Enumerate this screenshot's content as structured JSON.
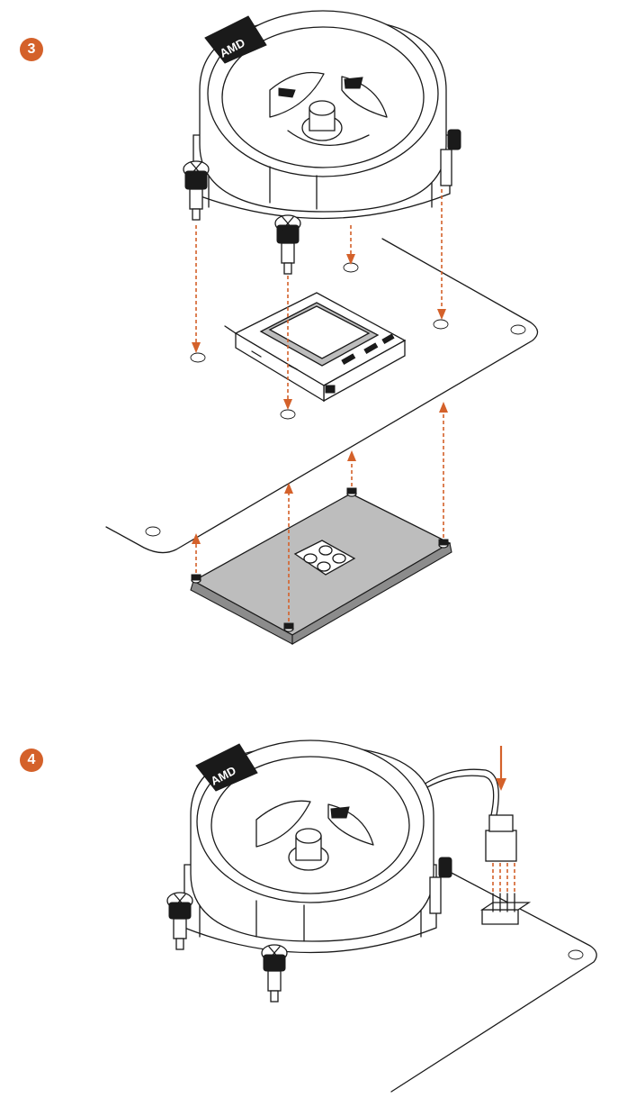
{
  "steps": [
    {
      "number": "3"
    },
    {
      "number": "4"
    }
  ],
  "cooler_logo_text": "AMD",
  "colors": {
    "accent": "#d4612a",
    "outline": "#1a1a1a",
    "backplate": "#bdbdbd"
  }
}
